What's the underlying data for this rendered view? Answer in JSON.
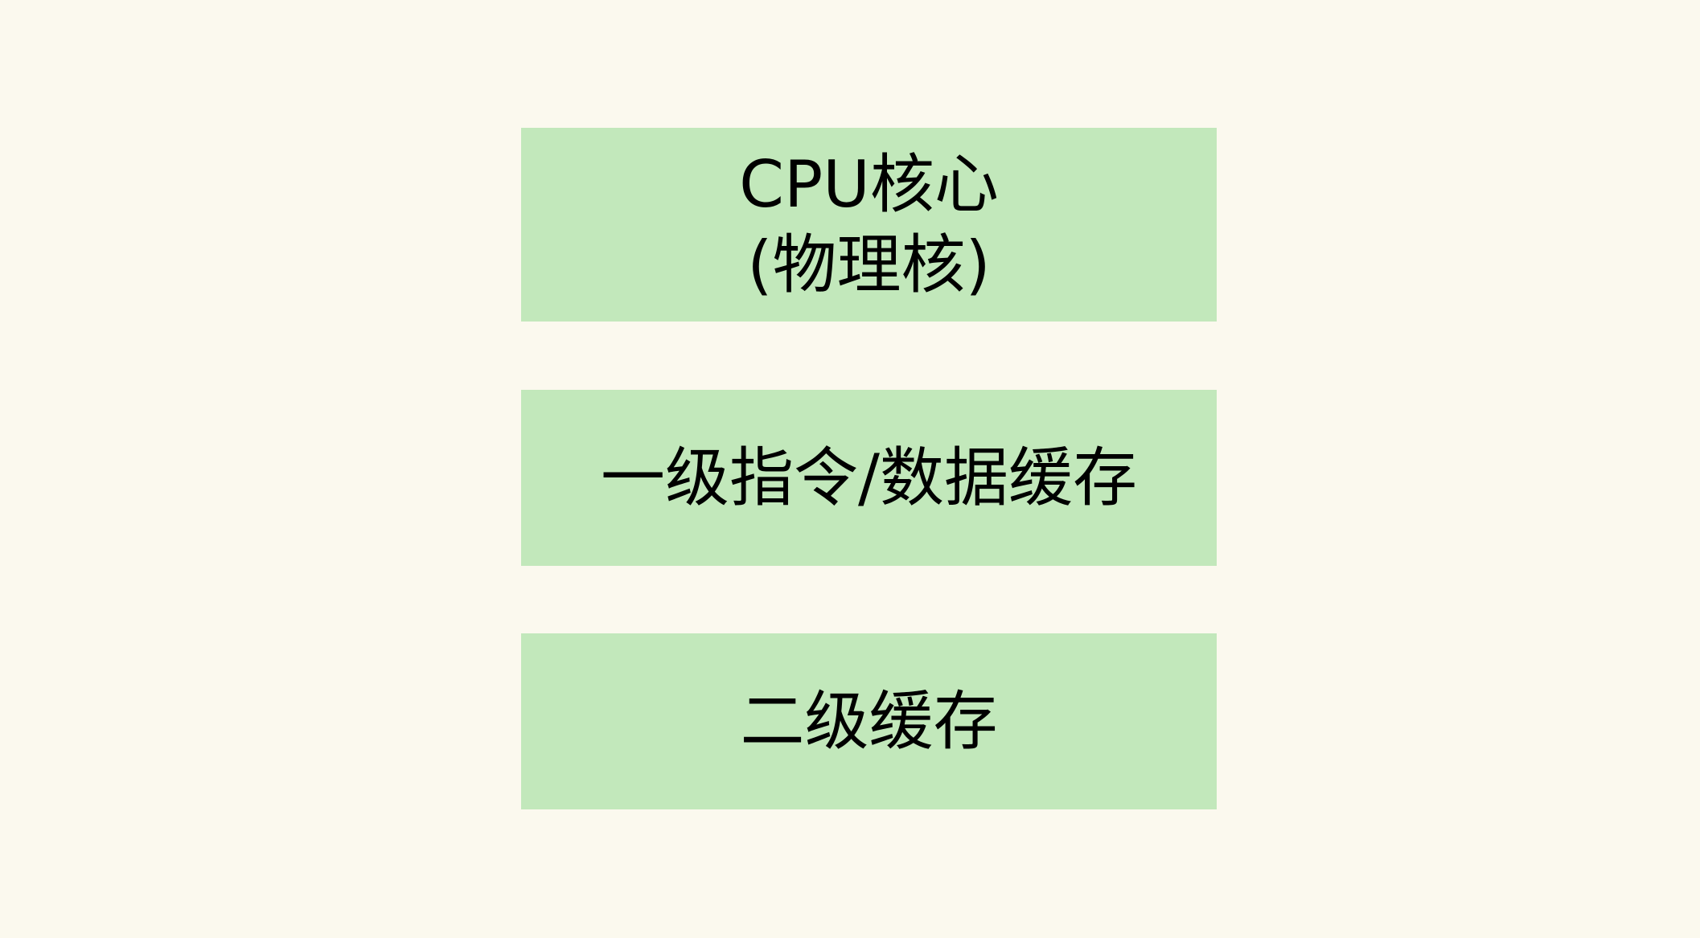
{
  "diagram": {
    "background_color": "#fbf9ee",
    "box_color": "#c2e8bb",
    "boxes": [
      {
        "lines": [
          "CPU核心",
          "(物理核)"
        ]
      },
      {
        "lines": [
          "一级指令/数据缓存"
        ]
      },
      {
        "lines": [
          "二级缓存"
        ]
      }
    ]
  }
}
